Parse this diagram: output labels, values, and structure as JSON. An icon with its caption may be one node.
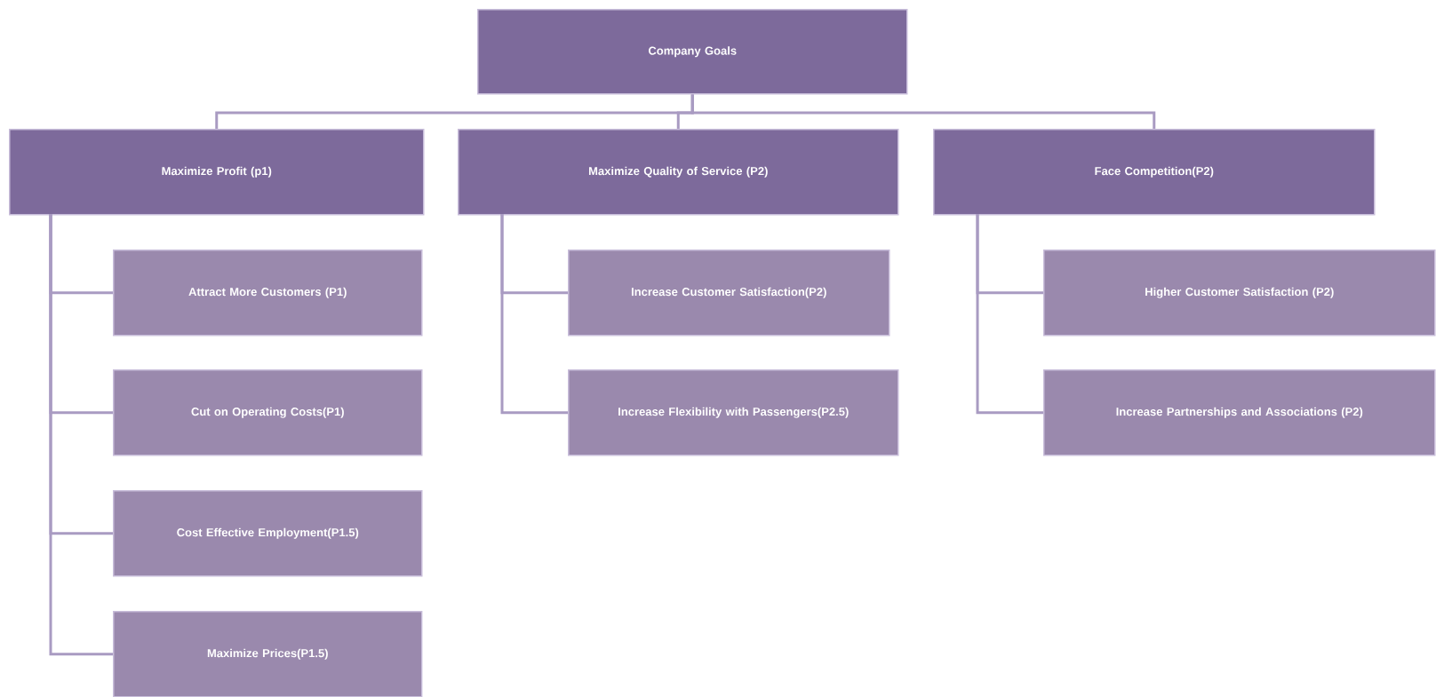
{
  "diagram": {
    "nodes": [
      {
        "text": [
          "Company  Goals"
        ]
      },
      {
        "text": [
          "Maximize Profit (p1)"
        ]
      },
      {
        "text": [
          "Maximize Quality of Service (P2)"
        ]
      },
      {
        "text": [
          "Face Competition(P2)"
        ]
      },
      {
        "text": [
          "Attract More Customers (P1)"
        ]
      },
      {
        "text": [
          "Cut on Operating Costs(P1)"
        ]
      },
      {
        "text": [
          "Cost Effective Employment(P1.5)"
        ]
      },
      {
        "text": [
          "Maximize Prices(P1.5)"
        ]
      },
      {
        "text": [
          "Increase Customer Satisfaction(P2)"
        ]
      },
      {
        "text": [
          "Increase Flexibility with Passengers(P2.5)"
        ]
      },
      {
        "text": [
          "Higher Customer Satisfaction (P2)"
        ]
      },
      {
        "text": [
          "Increase Partnerships and Associations (P2)"
        ]
      }
    ],
    "edges": [
      {
        "from": 0,
        "to": 1,
        "arrow": "none"
      },
      {
        "from": 0,
        "to": 2,
        "arrow": "none"
      },
      {
        "from": 0,
        "to": 3,
        "arrow": "none"
      },
      {
        "from": 1,
        "to": 4,
        "arrow": "none"
      },
      {
        "from": 1,
        "to": 5,
        "arrow": "none"
      },
      {
        "from": 1,
        "to": 6,
        "arrow": "none"
      },
      {
        "from": 1,
        "to": 7,
        "arrow": "none"
      },
      {
        "from": 2,
        "to": 8,
        "arrow": "none"
      },
      {
        "from": 2,
        "to": 9,
        "arrow": "none"
      },
      {
        "from": 3,
        "to": 10,
        "arrow": "none"
      },
      {
        "from": 3,
        "to": 11,
        "arrow": "none"
      }
    ]
  }
}
